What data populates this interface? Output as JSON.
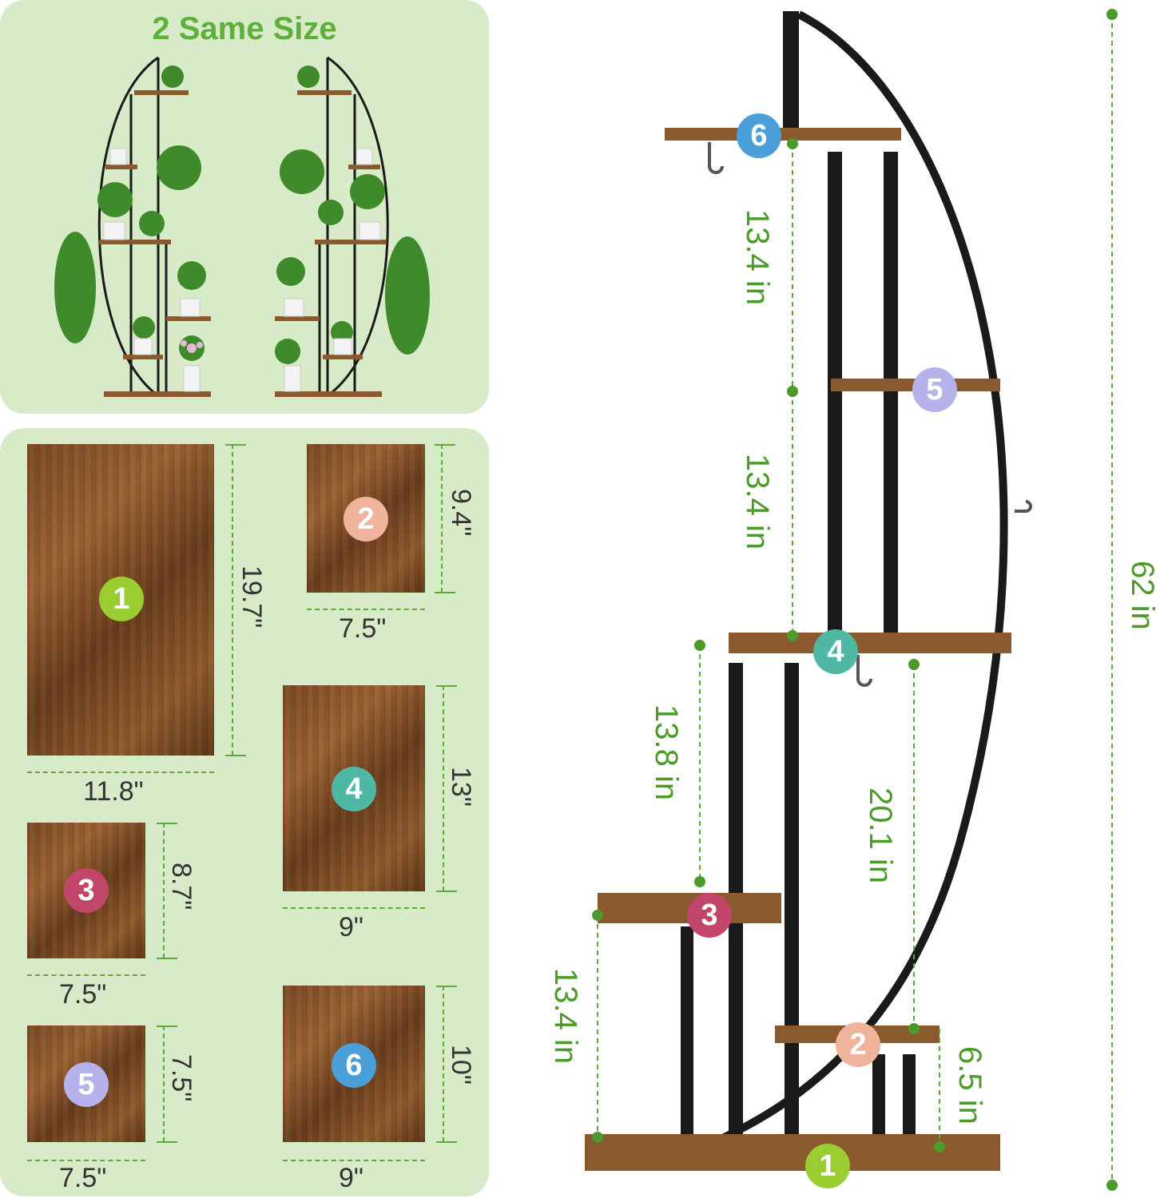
{
  "top_panel": {
    "title": "2 Same Size"
  },
  "boards": [
    {
      "number": "1",
      "width": "11.8\"",
      "height": "19.7\"",
      "badge_color": "#9acd32"
    },
    {
      "number": "2",
      "width": "7.5\"",
      "height": "9.4\"",
      "badge_color": "#f0b39b"
    },
    {
      "number": "3",
      "width": "7.5\"",
      "height": "8.7\"",
      "badge_color": "#c2456a"
    },
    {
      "number": "4",
      "width": "9\"",
      "height": "13\"",
      "badge_color": "#4fb8a5"
    },
    {
      "number": "5",
      "width": "7.5\"",
      "height": "7.5\"",
      "badge_color": "#b6b2ec"
    },
    {
      "number": "6",
      "width": "9\"",
      "height": "10\"",
      "badge_color": "#4a9fd8"
    }
  ],
  "stand": {
    "total_height": "62 in",
    "gap_6_5": "13.4 in",
    "gap_5_4": "13.4 in",
    "gap_4_3": "13.8 in",
    "gap_4_2": "20.1 in",
    "gap_3_1": "13.4 in",
    "gap_2_1": "6.5 in",
    "shelf_labels": [
      "6",
      "5",
      "4",
      "3",
      "2",
      "1"
    ]
  },
  "colors": {
    "panel_bg": "#d8ebc9",
    "accent_green": "#5fb03a",
    "frame": "#1a1a1a"
  }
}
